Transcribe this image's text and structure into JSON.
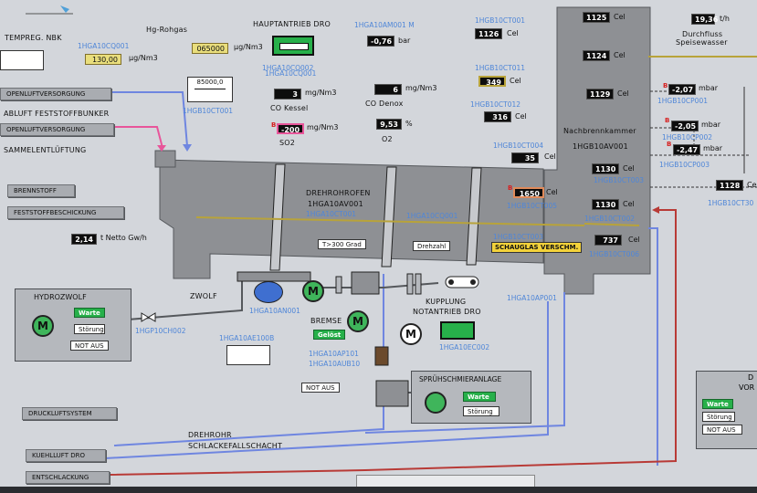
{
  "header": {
    "tempreg": "TEMPREG. NBK",
    "hg_rohgas": "Hg-Rohgas",
    "hauptantrieb": "HAUPTANTRIEB DRO",
    "hauptantrieb_tag": "1HGA10AM001 M",
    "hg_value": "130,00",
    "hg_unit": "µg/Nm3",
    "hg_tag": "1HGA10CQ001",
    "ug_value": "065000",
    "ug_unit": "µg/Nm3",
    "ug_tag": "1HGA10CQ002",
    "bar_value": "-0,76",
    "bar_unit": "bar"
  },
  "left_buttons": {
    "frischluft": "OPENLUFTVERSORGUNG",
    "abluft": "ABLUFT FESTSTOFFBUNKER",
    "openluft2": "OPENLUFTVERSORGUNG",
    "sammel": "SAMMELENTLÜFTUNG",
    "brennstoff": "BRENNSTOFF",
    "feststoff": "FESTSTOFFBESCHICKUNG",
    "druckluft": "DRUCKLUFTSYSTEM",
    "kuehlluft": "KUEHLLUFT DRO",
    "entschlackung": "ENTSCHLACKUNG"
  },
  "netto": {
    "value": "2,14",
    "unit": "t Netto Gw/h"
  },
  "feeder": {
    "value": "85000,0",
    "tag": "1HGB10CT001"
  },
  "kessel": {
    "value": "3",
    "unit": "mg/Nm3",
    "label": "CO Kessel",
    "tag": "1HGA10CQ001"
  },
  "denox": {
    "value": "6",
    "unit": "mg/Nm3",
    "label": "CO Denox"
  },
  "so2": {
    "value": "-200",
    "unit": "mg/Nm3",
    "label": "SO2"
  },
  "o2": {
    "value": "9,53",
    "unit": "%",
    "label": "O2"
  },
  "temps": {
    "t1": "1126",
    "t2": "349",
    "t3": "316",
    "t4": "35",
    "t5": "1650",
    "t1_tag": "1HGB10CT001",
    "t2_tag": "1HGB10CT011",
    "t3_tag": "1HGB10CT012",
    "t4_tag": "1HGB10CT004",
    "t5_tag": "1HGB10CT005",
    "unit": "Cel"
  },
  "drehrohrofen": {
    "label": "DREHROHROFEN",
    "id": "1HGA10AV001",
    "tag": "1HGA10CT001",
    "tag2": "1HGA10CQ001",
    "temp_button": "T>300 Grad",
    "drehzahl": "Drehzahl",
    "schauglas": "SCHAUGLAS VERSCHM."
  },
  "nachbrenn": {
    "label": "Nachbrennkammer",
    "id": "1HGB10AV001",
    "t1": "1125",
    "t2": "1124",
    "t3": "1129",
    "t4": "1130",
    "t5": "1130",
    "t6": "737",
    "unit": "Cel",
    "tag_a": "1HGB10CT003",
    "tag_b": "1HGB10CT002",
    "tag_c": "1HGB10CT003",
    "tag_d": "1HGB10CT006",
    "tag_e": "1HGA10AP001"
  },
  "right": {
    "durchfluss_value": "19,36",
    "durchfluss_unit": "t/h",
    "durchfluss_label": "Durchfluss",
    "speisewasser": "Speisewasser",
    "p1": "-2,07",
    "p2": "-2,05",
    "p3": "-2,47",
    "p_unit": "mbar",
    "p1_tag": "1HGB10CP001",
    "p2_tag": "1HGB10CP002",
    "p3_tag": "1HGB10CP003",
    "t_right": "1128",
    "t_right_unit": "Cel",
    "t_right_tag": "1HGB10CT30"
  },
  "hydro": {
    "label": "HYDROZWOLF",
    "warte": "Warte",
    "stoerung": "Störung",
    "notaus": "NOT AUS",
    "tag": "1HGP10CH002"
  },
  "zwolf": {
    "label": "ZWOLF",
    "bremse": "BREMSE",
    "geloest": "Gelöst",
    "tag1": "1HGA10AN001",
    "tag2": "1HGA10AE100B",
    "tag3": "1HGA10AP101",
    "tag4": "1HGA10AUB10",
    "notaus": "NOT AUS"
  },
  "kupplung": {
    "label": "KUPPLUNG",
    "notantrieb": "NOTANTRIEB DRO",
    "tag": "1HGA10EC002"
  },
  "spruehschmier": {
    "label": "SPRÜHSCHMIERANLAGE",
    "warte": "Warte",
    "stoerung": "Störung"
  },
  "bottom": {
    "drehrohr": "DREHROHR",
    "schlacke": "SCHLACKEFALLSCHACHT",
    "right_label": "D",
    "right_label2": "VOR",
    "warte": "Warte",
    "stoerung": "Störung",
    "notaus": "NOT AUS"
  },
  "colors": {
    "background": "#d3d6db",
    "vessel": "#8e9094",
    "pipe_blue": "#6f86e0",
    "pipe_pink": "#e8559a",
    "pipe_red": "#b83a36",
    "pipe_yellow": "#b8a33a"
  }
}
